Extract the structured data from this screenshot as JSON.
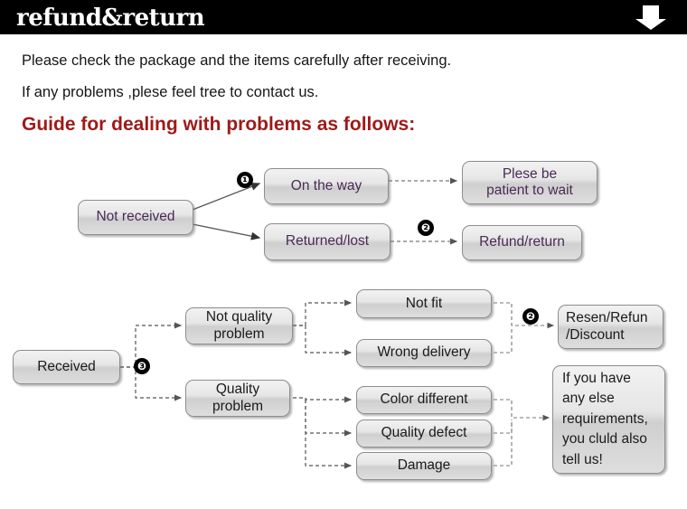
{
  "header": {
    "title": "refund&return",
    "arrow_icon": "arrow-down-icon"
  },
  "intro": {
    "line1": "Please check the package and the items carefully after receiving.",
    "line2": "If any problems ,plese feel tree to contact us.",
    "guide_title": "Guide for dealing with problems as follows:"
  },
  "markers": {
    "one": "❶",
    "two": "❷",
    "two_b": "❷",
    "three": "❸"
  },
  "flow_top": {
    "start": "Not received",
    "branch_a": "On the way",
    "branch_b": "Returned/lost",
    "result_a": "Plese be\npatient to wait",
    "result_a_line1": "Plese be",
    "result_a_line2": "patient to wait",
    "result_b": "Refund/return"
  },
  "flow_bottom": {
    "start": "Received",
    "cat_a_line1": "Not quality",
    "cat_a_line2": "problem",
    "cat_b_line1": "Quality",
    "cat_b_line2": "problem",
    "items": [
      "Not fit",
      "Wrong delivery",
      "Color different",
      "Quality defect",
      "Damage"
    ],
    "result_a_line1": "Resen/Refun",
    "result_a_line2": "/Discount",
    "result_b_line1": "If you have",
    "result_b_line2": "any else",
    "result_b_line3": "requirements,",
    "result_b_line4": "you cluld also",
    "result_b_line5": "tell us!"
  },
  "colors": {
    "header_bg": "#000000",
    "header_text": "#ffffff",
    "guide_red": "#9e1a18",
    "box_border": "#8d8d8d",
    "purple_text": "#4a2a55"
  }
}
